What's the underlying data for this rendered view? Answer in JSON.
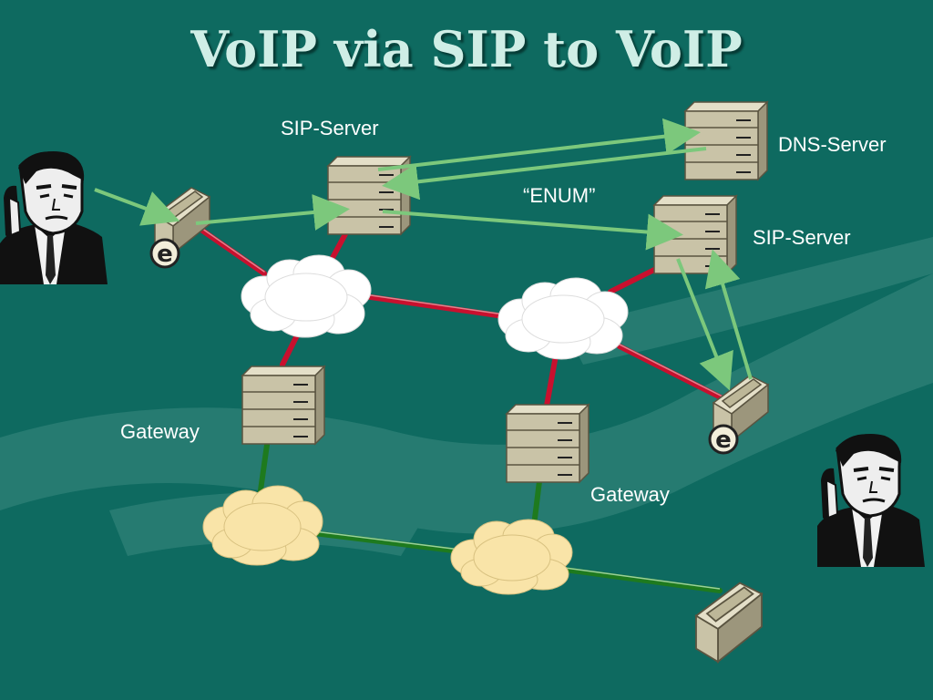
{
  "slide": {
    "title": "VoIP via SIP to VoIP",
    "colors": {
      "background": "#0e6a60",
      "ip_link": "#c8102e",
      "pstn_link": "#1e7a1e",
      "signaling_arrow": "#7cc87c",
      "ip_cloud": "#ffffff",
      "pstn_cloud": "#f9e4a8",
      "server_fill": "#c9c3a7"
    }
  },
  "labels": {
    "sip_server_1": "SIP-Server",
    "dns_server": "DNS-Server",
    "enum": "“ENUM”",
    "sip_server_2": "SIP-Server",
    "gateway_1": "Gateway",
    "gateway_2": "Gateway"
  },
  "icons": {
    "caller": "man-on-phone-icon",
    "callee": "man-on-phone-icon",
    "voip_phone": "ip-phone-icon",
    "pstn_phone": "telephone-icon",
    "server": "server-tower-icon",
    "network": "cloud-icon"
  }
}
